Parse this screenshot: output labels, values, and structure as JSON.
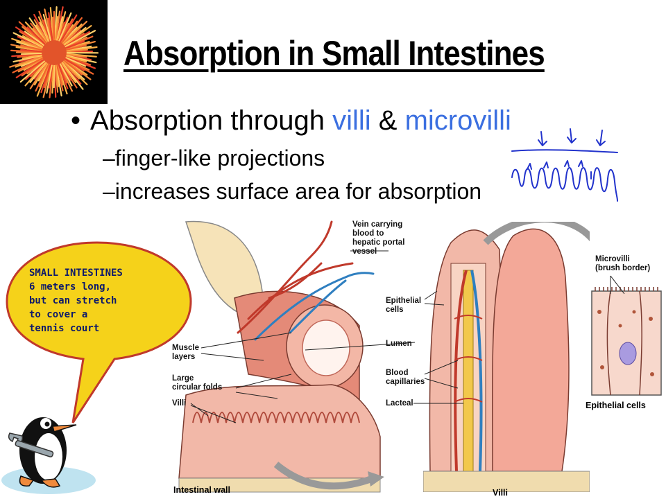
{
  "slide": {
    "title": "Absorption in Small Intestines",
    "bullet_prefix": "Absorption through ",
    "term_villi": "villi",
    "bullet_and": " & ",
    "term_microvilli": "microvilli",
    "sub_bullets": [
      "finger-like projections",
      "increases surface area for absorption"
    ],
    "dash": "–",
    "bullet_dot": "•"
  },
  "speech_bubble": {
    "lines": [
      "SMALL INTESTINES",
      "6 meters long,",
      "but can stretch",
      "to cover a",
      "tennis court"
    ]
  },
  "diagram": {
    "labels": {
      "vein": "Vein carrying\nblood to\nhepatic portal\nvessel",
      "muscle_layers": "Muscle\nlayers",
      "circular_folds": "Large\ncircular folds",
      "villi": "Villi",
      "epithelial_cells": "Epithelial\ncells",
      "lumen": "Lumen",
      "blood_capillaries": "Blood\ncapillaries",
      "lacteal": "Lacteal",
      "microvilli": "Microvilli\n(brush border)"
    },
    "captions": {
      "intestinal_wall": "Intestinal wall",
      "villi": "Villi",
      "epithelial_cells": "Epithelial cells"
    }
  },
  "colors": {
    "accent_blue": "#3b6fe0",
    "bubble_fill": "#f5d21a",
    "ink_blue": "#2233cc"
  },
  "icons": {
    "top_left_image": "anemone-icon",
    "mascot": "penguin-icon"
  }
}
